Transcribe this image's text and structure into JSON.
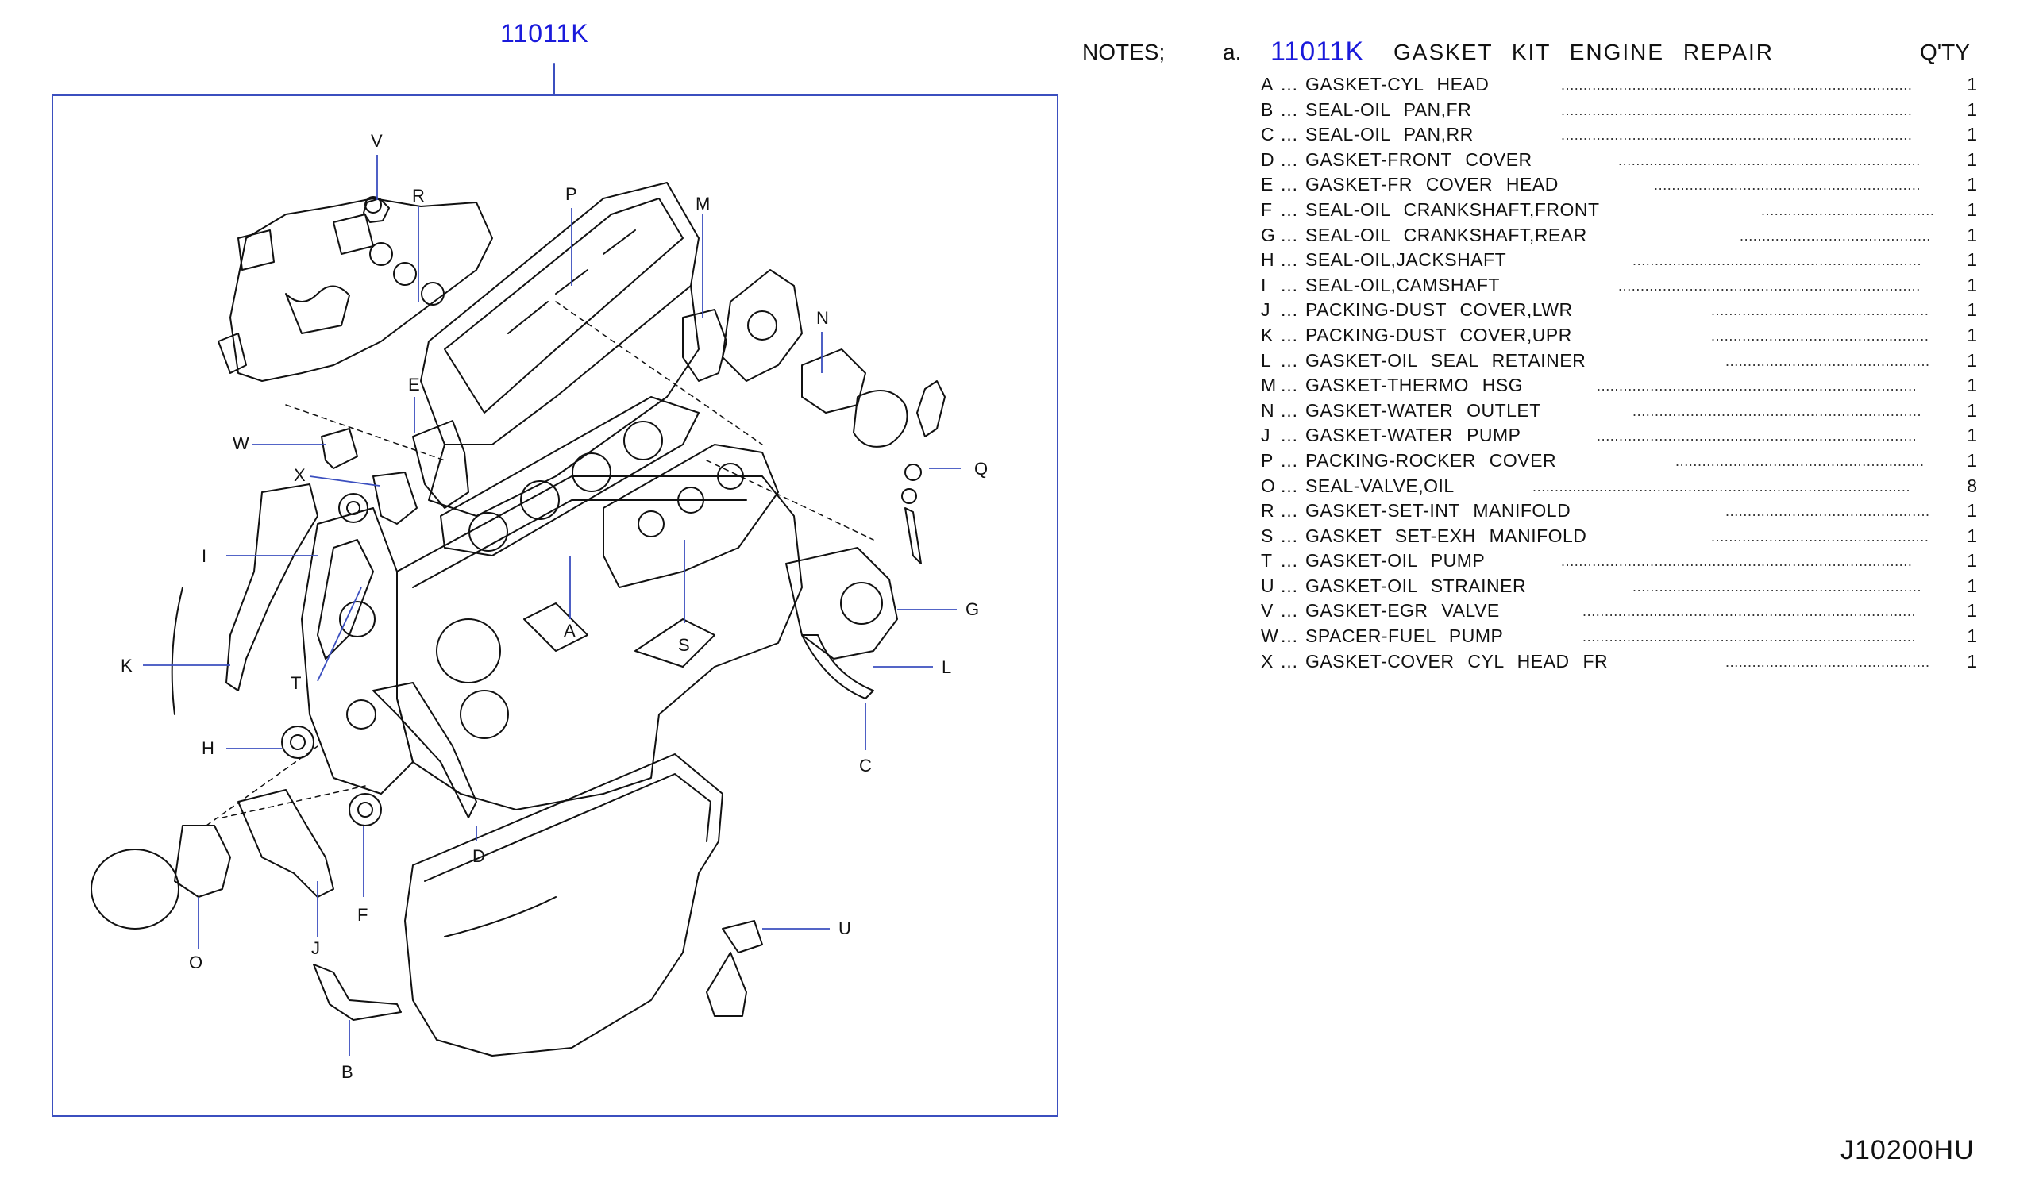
{
  "kit_title": "11011K",
  "notes": {
    "label": "NOTES;",
    "letter": "a.",
    "kit_code": "11011K",
    "kit_description": "GASKET KIT ENGINE REPAIR",
    "qty_header": "Q'TY"
  },
  "parts": [
    {
      "code": "A",
      "name": "GASKET-CYL HEAD",
      "qty": "1",
      "lead": 0.58
    },
    {
      "code": "B",
      "name": "SEAL-OIL PAN,FR",
      "qty": "1",
      "lead": 0.58
    },
    {
      "code": "C",
      "name": "SEAL-OIL PAN,RR",
      "qty": "1",
      "lead": 0.58
    },
    {
      "code": "D",
      "name": "GASKET-FRONT COVER",
      "qty": "1",
      "lead": 0.5
    },
    {
      "code": "E",
      "name": "GASKET-FR COVER HEAD",
      "qty": "1",
      "lead": 0.45
    },
    {
      "code": "F",
      "name": "SEAL-OIL CRANKSHAFT,FRONT",
      "qty": "1",
      "lead": 0.3
    },
    {
      "code": "G",
      "name": "SEAL-OIL CRANKSHAFT,REAR",
      "qty": "1",
      "lead": 0.33
    },
    {
      "code": "H",
      "name": "SEAL-OIL,JACKSHAFT",
      "qty": "1",
      "lead": 0.48
    },
    {
      "code": "I",
      "name": "SEAL-OIL,CAMSHAFT",
      "qty": "1",
      "lead": 0.5
    },
    {
      "code": "J",
      "name": "PACKING-DUST COVER,LWR",
      "qty": "1",
      "lead": 0.37
    },
    {
      "code": "K",
      "name": "PACKING-DUST COVER,UPR",
      "qty": "1",
      "lead": 0.37
    },
    {
      "code": "L",
      "name": "GASKET-OIL SEAL RETAINER",
      "qty": "1",
      "lead": 0.35
    },
    {
      "code": "M",
      "name": "GASKET-THERMO HSG",
      "qty": "1",
      "lead": 0.53
    },
    {
      "code": "N",
      "name": "GASKET-WATER OUTLET",
      "qty": "1",
      "lead": 0.48
    },
    {
      "code": "J",
      "name": "GASKET-WATER PUMP",
      "qty": "1",
      "lead": 0.53
    },
    {
      "code": "P",
      "name": "PACKING-ROCKER COVER",
      "qty": "1",
      "lead": 0.42
    },
    {
      "code": "O",
      "name": "SEAL-VALVE,OIL",
      "qty": "8",
      "lead": 0.62
    },
    {
      "code": "R",
      "name": "GASKET-SET-INT MANIFOLD",
      "qty": "1",
      "lead": 0.35
    },
    {
      "code": "S",
      "name": "GASKET SET-EXH MANIFOLD",
      "qty": "1",
      "lead": 0.37
    },
    {
      "code": "T",
      "name": "GASKET-OIL PUMP",
      "qty": "1",
      "lead": 0.58
    },
    {
      "code": "U",
      "name": "GASKET-OIL STRAINER",
      "qty": "1",
      "lead": 0.48
    },
    {
      "code": "V",
      "name": "GASKET-EGR VALVE",
      "qty": "1",
      "lead": 0.55
    },
    {
      "code": "W",
      "name": "SPACER-FUEL PUMP",
      "qty": "1",
      "lead": 0.55
    },
    {
      "code": "X",
      "name": "GASKET-COVER CYL HEAD FR",
      "qty": "1",
      "lead": 0.35
    }
  ],
  "callouts": {
    "V": "V",
    "R": "R",
    "P": "P",
    "M": "M",
    "N": "N",
    "E": "E",
    "W": "W",
    "X": "X",
    "Q": "Q",
    "I": "I",
    "G": "G",
    "A": "A",
    "S": "S",
    "K": "K",
    "T": "T",
    "L": "L",
    "H": "H",
    "C": "C",
    "D": "D",
    "F": "F",
    "U": "U",
    "O": "O",
    "J": "J",
    "B": "B"
  },
  "drawing_id": "J10200HU",
  "colors": {
    "accent_blue": "#1a1adb",
    "frame_blue": "#3b4fbf",
    "line": "#111111"
  }
}
